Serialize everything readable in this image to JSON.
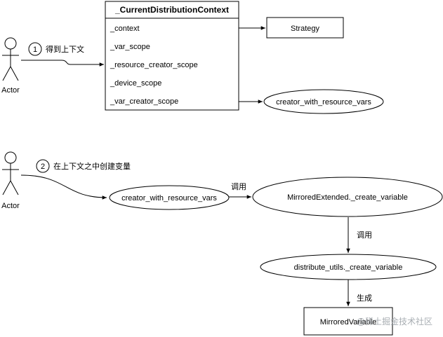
{
  "actors": [
    {
      "label": "Actor"
    },
    {
      "label": "Actor"
    }
  ],
  "steps": [
    {
      "number": "1",
      "label": "得到上下文"
    },
    {
      "number": "2",
      "label": "在上下文之中创建变量"
    }
  ],
  "context_class": {
    "title": "_CurrentDistributionContext",
    "fields": [
      "_context",
      "_var_scope",
      "_resource_creator_scope",
      "_device_scope",
      "_var_creator_scope"
    ]
  },
  "nodes": {
    "strategy": "Strategy",
    "creator_top": "creator_with_resource_vars",
    "creator_mid": "creator_with_resource_vars",
    "mirrored_extended": "MirroredExtended._create_variable",
    "distribute_utils": "distribute_utils._create_variable",
    "mirrored_variable": "MirroredVariable"
  },
  "edge_labels": {
    "call_1": "调用",
    "call_2": "调用",
    "generate": "生成"
  },
  "watermark": "@稀土掘金技术社区"
}
